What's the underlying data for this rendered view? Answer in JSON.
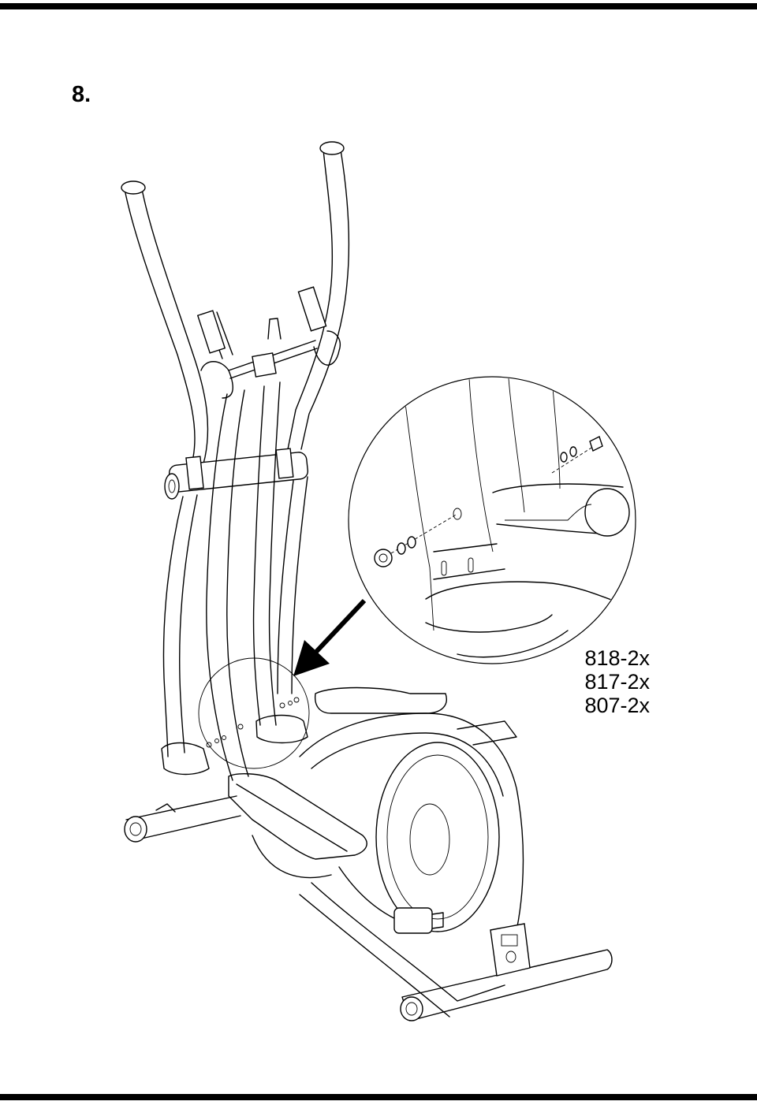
{
  "step": {
    "number": "8."
  },
  "parts": [
    {
      "code": "818-2x"
    },
    {
      "code": "817-2x"
    },
    {
      "code": "807-2x"
    }
  ],
  "icons": [
    "elliptical-trainer-illustration",
    "detail-magnifier-circle",
    "pointer-arrow-icon"
  ]
}
